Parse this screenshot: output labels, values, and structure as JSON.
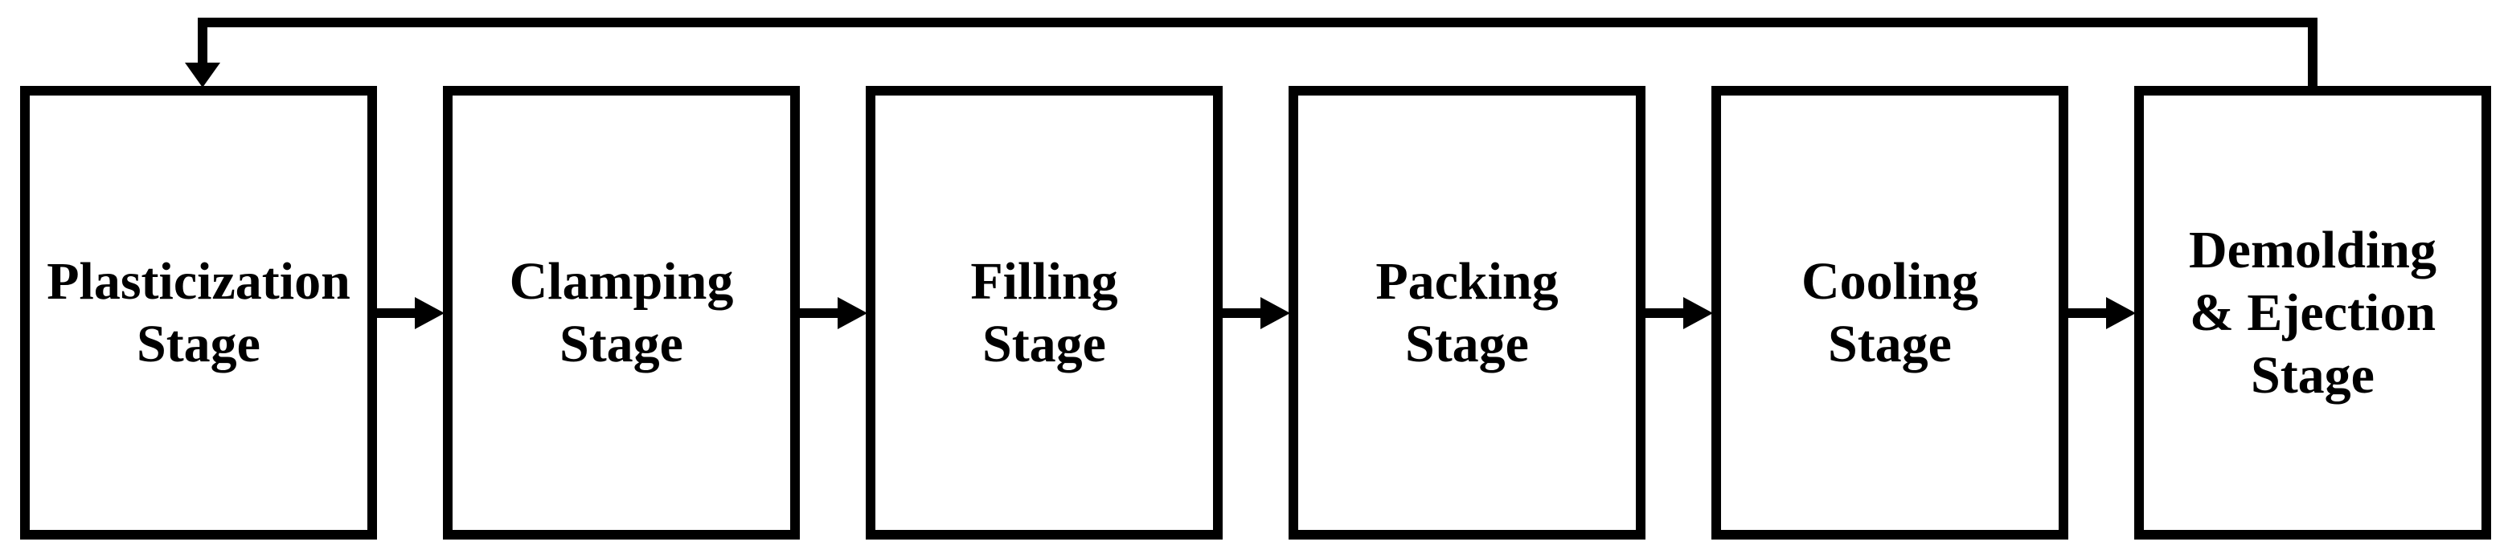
{
  "diagram": {
    "type": "flowchart",
    "orientation": "left-to-right",
    "colors": {
      "line": "#000000",
      "background": "#ffffff",
      "box_fill": "#ffffff",
      "text": "#000000"
    },
    "stages": [
      {
        "id": "plasticization",
        "lines": [
          "Plasticization",
          "Stage"
        ]
      },
      {
        "id": "clamping",
        "lines": [
          "Clamping",
          "Stage"
        ]
      },
      {
        "id": "filling",
        "lines": [
          "Filling",
          "Stage"
        ]
      },
      {
        "id": "packing",
        "lines": [
          "Packing",
          "Stage"
        ]
      },
      {
        "id": "cooling",
        "lines": [
          "Cooling",
          "Stage"
        ]
      },
      {
        "id": "demolding-ejection",
        "lines": [
          "Demolding",
          "& Ejection",
          "Stage"
        ]
      }
    ],
    "connections": [
      {
        "from": "plasticization",
        "to": "clamping",
        "style": "straight-arrow"
      },
      {
        "from": "clamping",
        "to": "filling",
        "style": "straight-arrow"
      },
      {
        "from": "filling",
        "to": "packing",
        "style": "straight-arrow"
      },
      {
        "from": "packing",
        "to": "cooling",
        "style": "straight-arrow"
      },
      {
        "from": "cooling",
        "to": "demolding-ejection",
        "style": "straight-arrow"
      },
      {
        "from": "demolding-ejection",
        "to": "plasticization",
        "style": "feedback-loop-over-top"
      }
    ]
  }
}
